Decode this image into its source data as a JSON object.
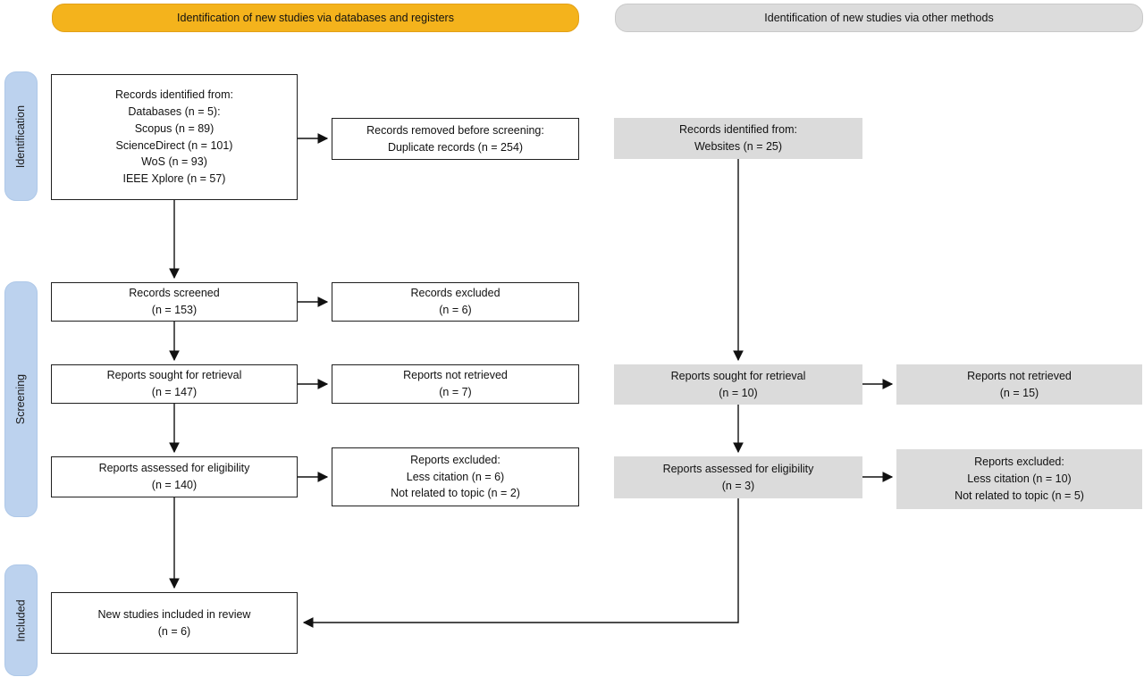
{
  "headers": {
    "databases": "Identification of new studies via databases and registers",
    "other": "Identification of new studies via other methods"
  },
  "stages": {
    "identification": "Identification",
    "screening": "Screening",
    "included": "Included"
  },
  "colors": {
    "header_databases_fill": "#f4b31c",
    "header_other_fill": "#dcdcdc",
    "stage_fill": "#bcd2ee",
    "gray_box_fill": "#dbdbdb",
    "outlined_box_border": "#1f1f1f"
  },
  "boxes": {
    "records_identified_databases": "Records identified from:\nDatabases (n = 5):\nScopus (n = 89)\nScienceDirect (n = 101)\nWoS (n = 93)\nIEEE Xplore (n = 57)",
    "records_removed_before_screening": "Records removed before screening:\nDuplicate records (n = 254)",
    "records_screened": "Records screened\n(n = 153)",
    "records_excluded": "Records excluded\n(n = 6)",
    "reports_sought_databases": "Reports sought for retrieval\n(n = 147)",
    "reports_not_retrieved_databases": "Reports not retrieved\n(n = 7)",
    "reports_assessed_databases": "Reports assessed for eligibility\n(n = 140)",
    "reports_excluded_databases": "Reports excluded:\nLess citation (n = 6)\nNot related to topic (n = 2)",
    "new_studies_included": "New studies included in review\n(n = 6)",
    "records_identified_websites": "Records identified from:\nWebsites (n = 25)",
    "reports_sought_other": "Reports sought for retrieval\n(n = 10)",
    "reports_not_retrieved_other": "Reports not retrieved\n(n = 15)",
    "reports_assessed_other": "Reports assessed for eligibility\n(n = 3)",
    "reports_excluded_other": "Reports excluded:\nLess citation (n = 10)\nNot related to topic (n = 5)"
  }
}
